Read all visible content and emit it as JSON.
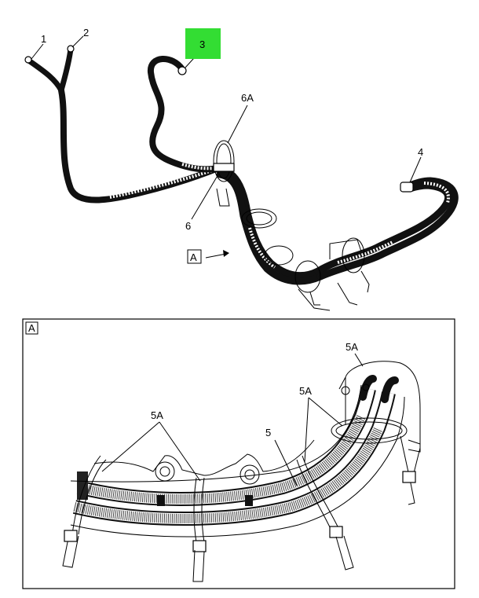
{
  "callouts": {
    "c1": "1",
    "c2": "2",
    "c3": "3",
    "c4": "4",
    "c6": "6",
    "c6a": "6A",
    "view_a": "A",
    "detail_a": "A",
    "d5": "5",
    "d5a_left": "5A",
    "d5a_mid": "5A",
    "d5a_top": "5A"
  },
  "colors": {
    "highlight": "#33dd33",
    "hose": "#111111"
  }
}
